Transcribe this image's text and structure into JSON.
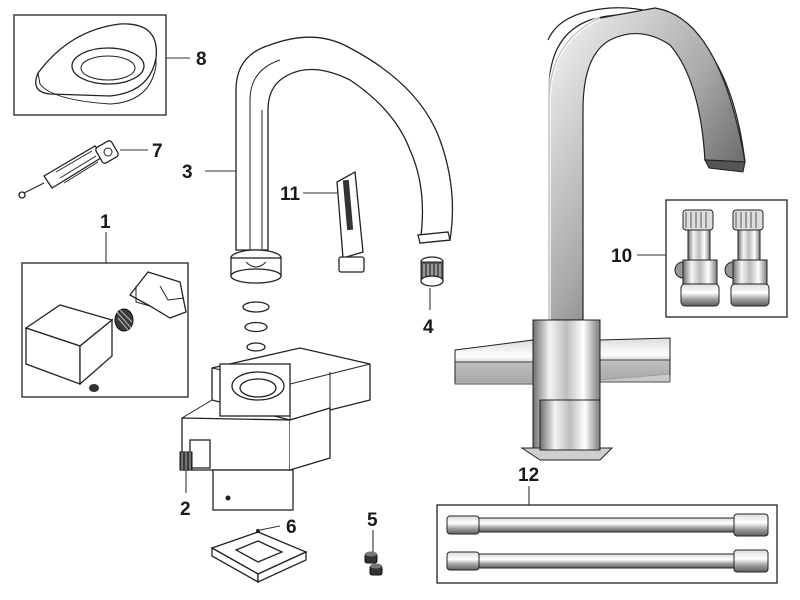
{
  "callouts": {
    "c1": "1",
    "c2": "2",
    "c3": "3",
    "c4": "4",
    "c5": "5",
    "c6": "6",
    "c7": "7",
    "c8": "8",
    "c10": "10",
    "c11": "11",
    "c12": "12"
  },
  "colors": {
    "outline": "#222222",
    "chrome_dark": "#333333",
    "chrome_mid": "#9a9a9a",
    "chrome_light": "#f2f2f2"
  }
}
